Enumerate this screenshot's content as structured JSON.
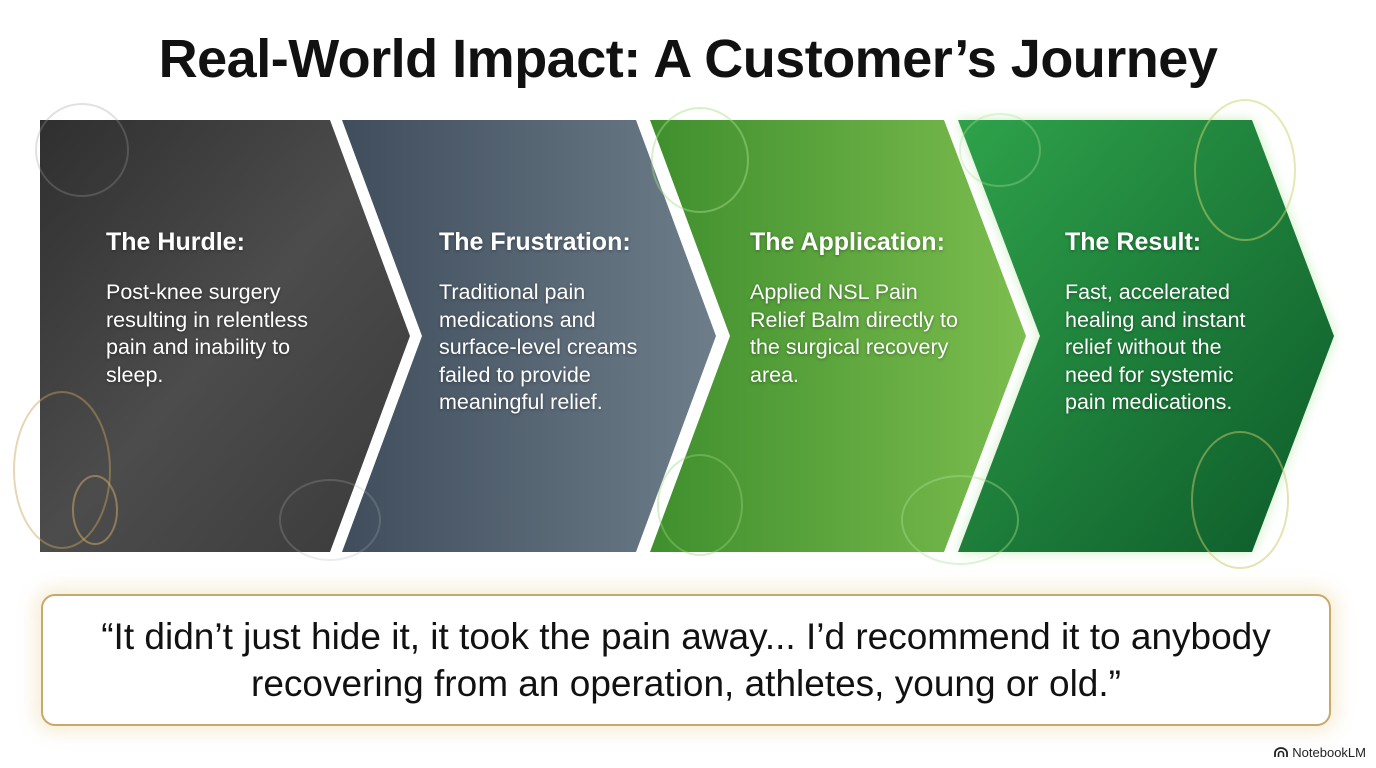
{
  "title": "Real-World Impact: A Customer’s Journey",
  "steps": [
    {
      "heading": "The Hurdle:",
      "body": "Post-knee surgery resulting in relentless pain and inability to sleep.",
      "color": "#4a4a4a"
    },
    {
      "heading": "The Frustration:",
      "body": "Traditional pain medications and surface-level creams failed to provide meaningful relief.",
      "color": "#566676"
    },
    {
      "heading": "The Application:",
      "body": "Applied NSL Pain Relief Balm directly to the surgical recovery area.",
      "color": "#5aa83c"
    },
    {
      "heading": "The Result:",
      "body": "Fast, accelerated healing and instant relief without the need for systemic pain medications.",
      "color": "#1f8a3e"
    }
  ],
  "testimonial": {
    "quote": "“It didn’t just hide it, it took the pain away... I’d recommend it to anybody recovering from an operation, athletes, young or old.”",
    "border_color": "#c6a96b"
  },
  "brand": {
    "name": "NotebookLM",
    "icon": "notebooklm-logo-icon"
  }
}
